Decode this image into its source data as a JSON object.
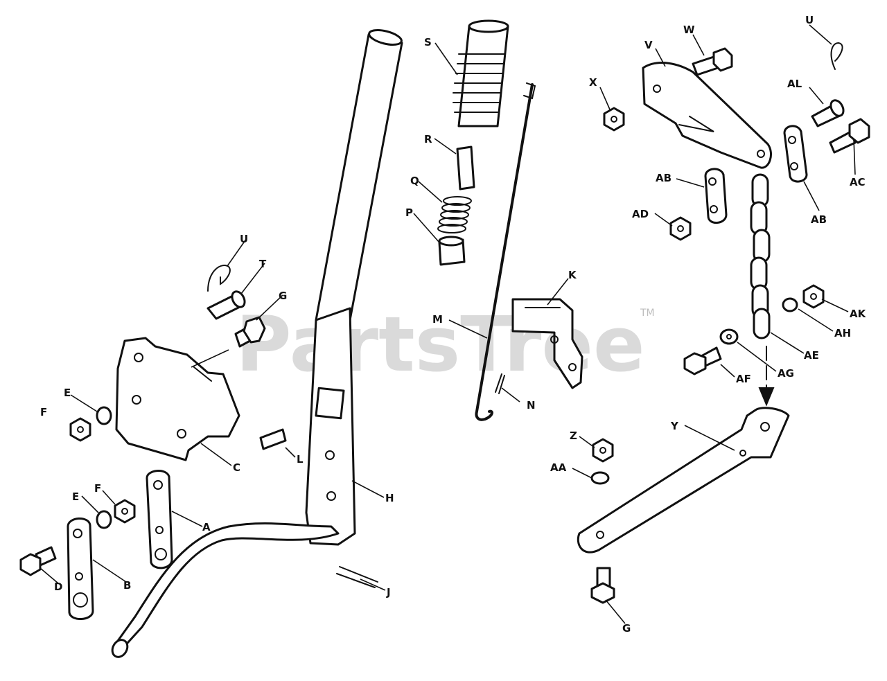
{
  "watermark": {
    "text": "PartsTree",
    "trademark": "TM"
  },
  "callouts": {
    "S": "S",
    "R": "R",
    "Q": "Q",
    "P": "P",
    "M": "M",
    "N": "N",
    "K": "K",
    "W": "W",
    "V": "V",
    "X": "X",
    "U": "U",
    "AL": "AL",
    "AC": "AC",
    "AB": "AB",
    "AD": "AD",
    "AK": "AK",
    "AH": "AH",
    "AE": "AE",
    "AG": "AG",
    "AF": "AF",
    "T": "T",
    "G": "G",
    "E": "E",
    "F": "F",
    "C": "C",
    "L": "L",
    "H": "H",
    "A": "A",
    "B": "B",
    "D": "D",
    "J": "J",
    "Y": "Y",
    "Z": "Z",
    "AA": "AA"
  }
}
